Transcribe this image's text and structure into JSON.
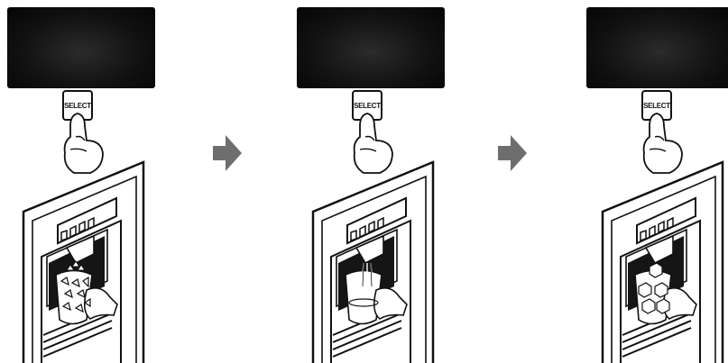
{
  "steps": [
    {
      "select_label": "SELECT",
      "dispense": "crushed-ice-icon"
    },
    {
      "select_label": "SELECT",
      "dispense": "water-icon"
    },
    {
      "select_label": "SELECT",
      "dispense": "cubed-ice-icon"
    }
  ],
  "colors": {
    "screen": "#121212",
    "line": "#111111",
    "arrow": "#6e6e6e"
  }
}
